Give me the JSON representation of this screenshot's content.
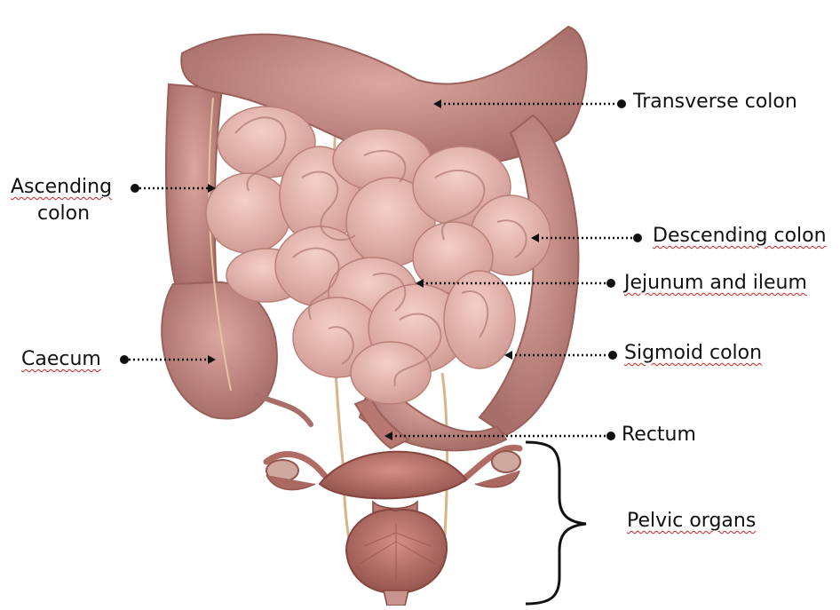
{
  "diagram": {
    "labels": {
      "transverse_colon": "Transverse colon",
      "ascending_colon_line1": "Ascending",
      "ascending_colon_line2": "colon",
      "descending_colon": "Descending colon",
      "jejunum_and_ileum": "Jejunum and ileum",
      "caecum": "Caecum",
      "sigmoid_colon": "Sigmoid colon",
      "rectum": "Rectum",
      "pelvic_organs": "Pelvic organs"
    },
    "colors": {
      "background": "#ffffff",
      "text": "#111111",
      "leader_line": "#111111",
      "colon": "#c9908a",
      "colon_shadow": "#a86e69",
      "intestine": "#e6b2ac",
      "intestine_shadow": "#c48c86",
      "pelvic_organ": "#b9736c",
      "spellcheck_underline": "#d02020"
    }
  }
}
